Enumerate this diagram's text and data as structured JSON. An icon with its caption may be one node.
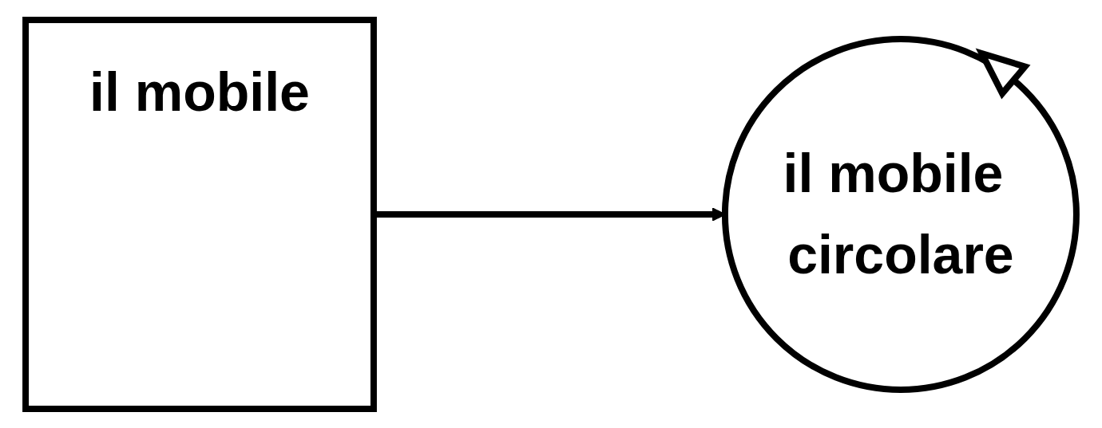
{
  "diagram": {
    "nodes": [
      {
        "text": [
          "il mobile"
        ]
      },
      {
        "text": [
          "il mobile circolare"
        ]
      }
    ],
    "edges": [
      {
        "from": 0,
        "to": 1,
        "arrow": "to"
      }
    ]
  }
}
